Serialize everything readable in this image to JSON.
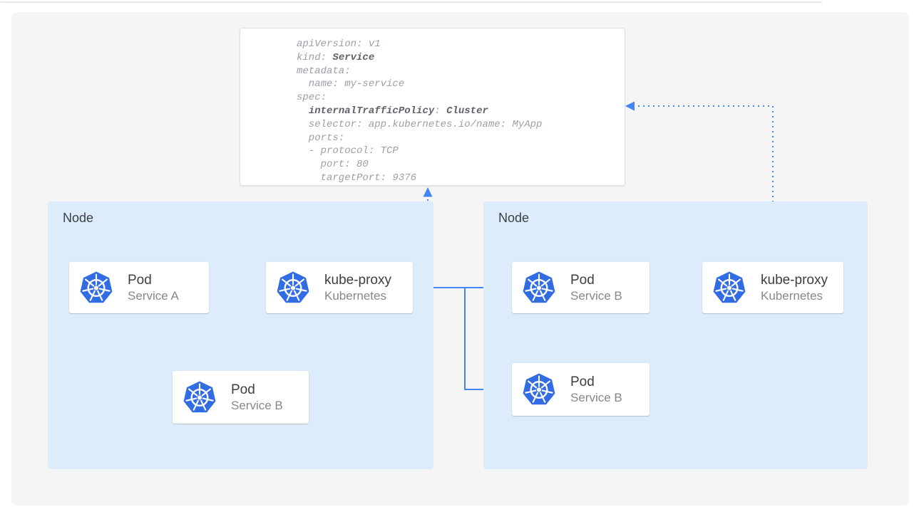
{
  "colors": {
    "k8s_blue": "#326ce5",
    "arrow_blue": "#4285f4",
    "node_bg": "#ddecfa",
    "panel_bg": "#f5f5f6",
    "card_title": "#3c4043",
    "card_subtitle": "#84898e",
    "code_text": "#9aa0a6",
    "code_bold": "#5f6368"
  },
  "yaml": {
    "lines": [
      [
        {
          "t": "apiVersion: v1"
        }
      ],
      [
        {
          "t": "kind: "
        },
        {
          "t": "Service",
          "b": true
        }
      ],
      [
        {
          "t": "metadata:"
        }
      ],
      [
        {
          "t": "  name: my-service"
        }
      ],
      [
        {
          "t": "spec:"
        }
      ],
      [
        {
          "t": "  "
        },
        {
          "t": "internalTrafficPolicy",
          "b": true
        },
        {
          "t": ": "
        },
        {
          "t": "Cluster",
          "b": true
        }
      ],
      [
        {
          "t": "  selector: app.kubernetes.io/name: MyApp"
        }
      ],
      [
        {
          "t": "  ports:"
        }
      ],
      [
        {
          "t": "  - protocol: TCP"
        }
      ],
      [
        {
          "t": "    port: 80"
        }
      ],
      [
        {
          "t": "    targetPort: 9376"
        }
      ]
    ]
  },
  "nodes": {
    "left": {
      "label": "Node"
    },
    "right": {
      "label": "Node"
    }
  },
  "cards": {
    "pod_a": {
      "title": "Pod",
      "subtitle": "Service A",
      "icon": "kubernetes-logo"
    },
    "kube_proxy_left": {
      "title": "kube-proxy",
      "subtitle": "Kubernetes",
      "icon": "kubernetes-logo"
    },
    "pod_b_left": {
      "title": "Pod",
      "subtitle": "Service B",
      "icon": "kubernetes-logo"
    },
    "pod_b_right_top": {
      "title": "Pod",
      "subtitle": "Service B",
      "icon": "kubernetes-logo"
    },
    "pod_b_right_bottom": {
      "title": "Pod",
      "subtitle": "Service B",
      "icon": "kubernetes-logo"
    },
    "kube_proxy_right": {
      "title": "kube-proxy",
      "subtitle": "Kubernetes",
      "icon": "kubernetes-logo"
    }
  }
}
